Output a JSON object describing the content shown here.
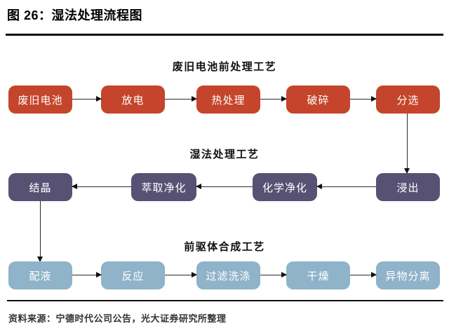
{
  "title": "图 26：湿法处理流程图",
  "footer": "资料来源：宁德时代公司公告，光大证券研究所整理",
  "colors": {
    "pretreatment_red": "#C4452B",
    "wet_process_purple": "#575273",
    "precursor_blue": "#8FB3C8",
    "rule_dark": "#0d0d0d",
    "connector_dark": "#2b2b2b"
  },
  "sections": [
    {
      "label": "废旧电池前处理工艺",
      "flow": "left-to-right",
      "boxes": [
        "废旧电池",
        "放电",
        "热处理",
        "破碎",
        "分选"
      ]
    },
    {
      "label": "湿法处理工艺",
      "flow": "right-to-left",
      "boxes": [
        "浸出",
        "化学净化",
        "萃取净化",
        "结晶"
      ]
    },
    {
      "label": "前驱体合成工艺",
      "flow": "left-to-right",
      "boxes": [
        "配液",
        "反应",
        "过滤洗涤",
        "干燥",
        "异物分离"
      ]
    }
  ]
}
